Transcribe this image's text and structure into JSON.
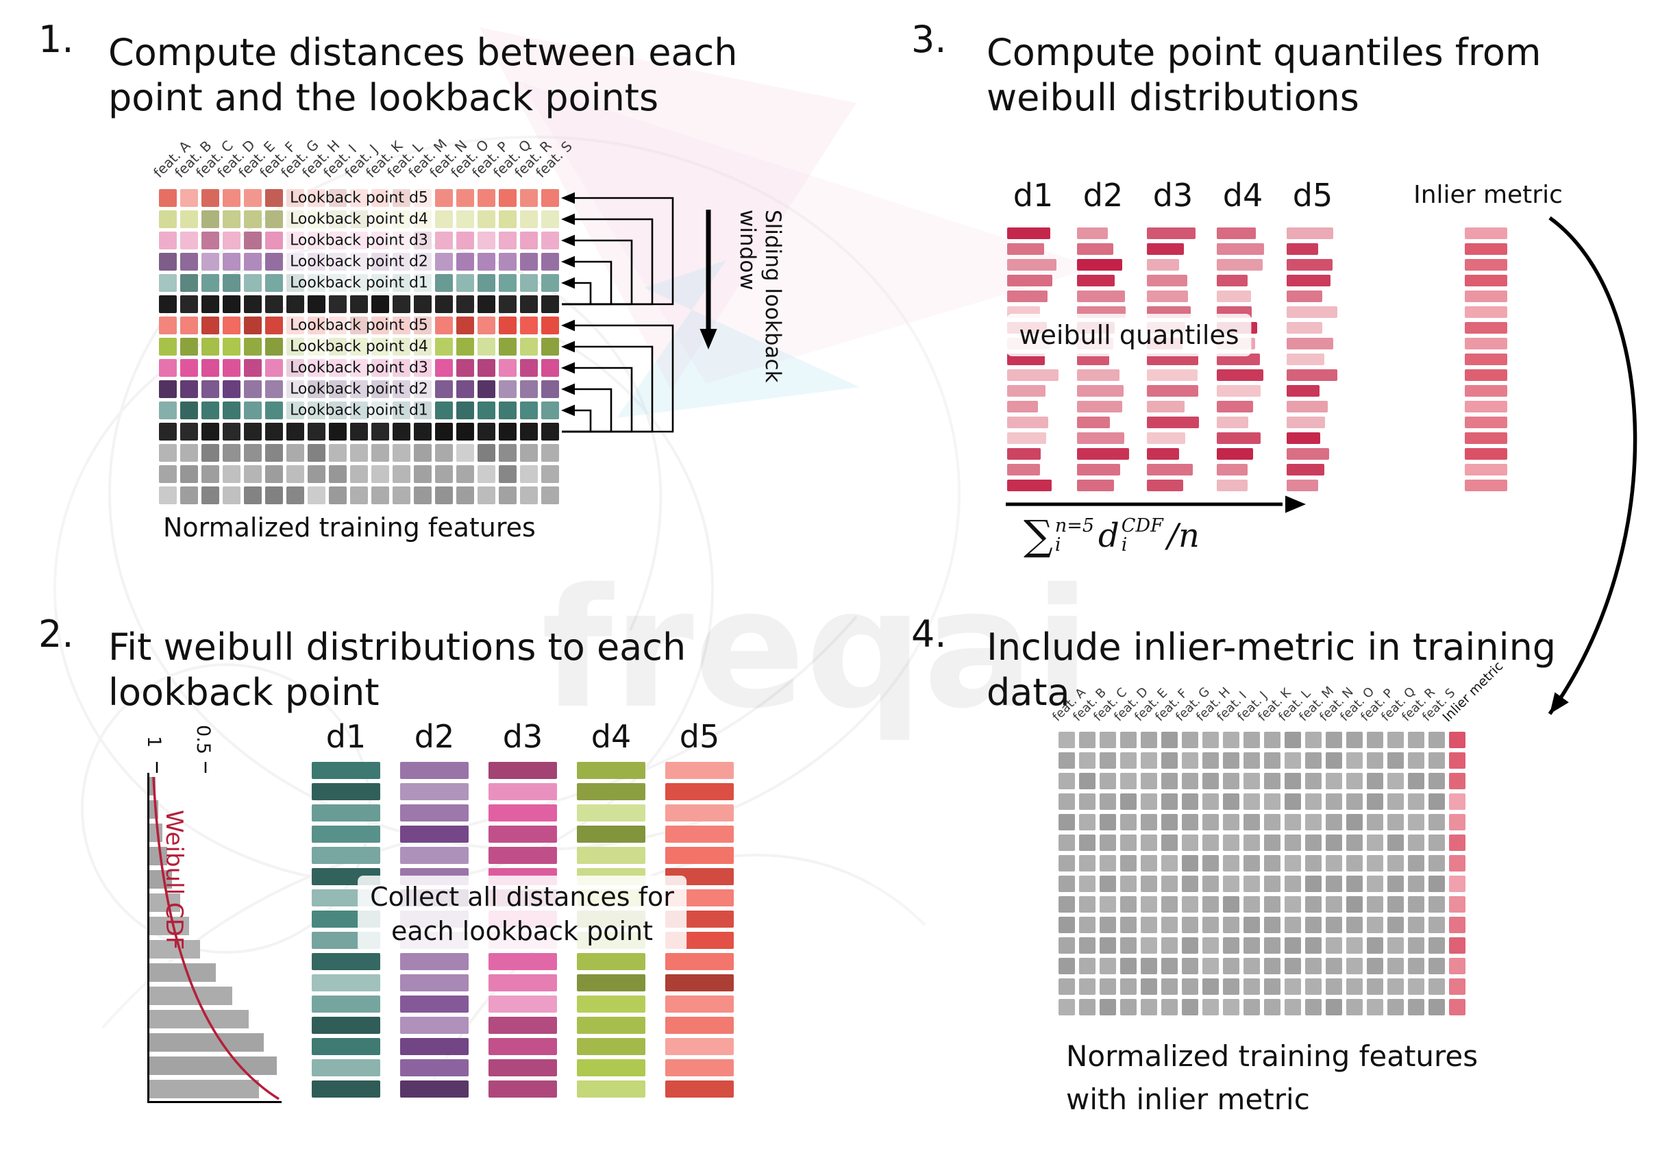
{
  "colors": {
    "text": "#111111",
    "grid_gray": "#a8a8a8",
    "black_row": "#161616",
    "quantile_light": "#f5cdd1",
    "quantile_dark": "#c21f45",
    "inlier_light": "#f2aab4",
    "inlier_dark": "#d84a60",
    "cdf_curve": "#b51f3a"
  },
  "panel1": {
    "number": "1.",
    "title_lines": [
      "Compute distances between each",
      "point and the lookback points"
    ],
    "features": [
      "feat. A",
      "feat. B",
      "feat. C",
      "feat. D",
      "feat. E",
      "feat. F",
      "feat. G",
      "feat. H",
      "feat. I",
      "feat. J",
      "feat. K",
      "feat. L",
      "feat. M",
      "feat. N",
      "feat. O",
      "feat. P",
      "feat. Q",
      "feat. R",
      "feat. S"
    ],
    "rows": [
      {
        "label": "Lookback point d5",
        "color": "#ee7366",
        "flat": false
      },
      {
        "label": "Lookback point d4",
        "color": "#d8df9b",
        "flat": false
      },
      {
        "label": "Lookback point d3",
        "color": "#e891b8",
        "flat": false
      },
      {
        "label": "Lookback point d2",
        "color": "#a77cb4",
        "flat": false
      },
      {
        "label": "Lookback point d1",
        "color": "#6fa39c",
        "flat": false
      },
      {
        "label": null,
        "color": "#161616",
        "flat": true
      },
      {
        "label": "Lookback point d5",
        "color": "#ee4f42",
        "flat": false
      },
      {
        "label": "Lookback point d4",
        "color": "#adc84b",
        "flat": false
      },
      {
        "label": "Lookback point d3",
        "color": "#e0549c",
        "flat": false
      },
      {
        "label": "Lookback point d2",
        "color": "#69417e",
        "flat": false
      },
      {
        "label": "Lookback point d1",
        "color": "#43837b",
        "flat": false
      },
      {
        "label": null,
        "color": "#161616",
        "flat": true
      },
      {
        "label": null,
        "color": "#a8a8a8",
        "flat": false
      },
      {
        "label": null,
        "color": "#a8a8a8",
        "flat": false
      },
      {
        "label": null,
        "color": "#a8a8a8",
        "flat": false
      }
    ],
    "caption": "Normalized training features",
    "sliding_label": "Sliding lookback window"
  },
  "panel2": {
    "number": "2.",
    "title_lines": [
      "Fit weibull distributions to each",
      "lookback point"
    ],
    "hist": {
      "cdf_label": "Weibull CDF",
      "tick_labels": [
        "1",
        "0.5"
      ],
      "bar_fractions": [
        0.05,
        0.07,
        0.1,
        0.14,
        0.18,
        0.24,
        0.31,
        0.4,
        0.52,
        0.65,
        0.78,
        0.9,
        1.0,
        0.86
      ]
    },
    "columns": [
      {
        "header": "d1",
        "color": "#43837b"
      },
      {
        "header": "d2",
        "color": "#7b4b8f"
      },
      {
        "header": "d3",
        "color": "#df5c9f"
      },
      {
        "header": "d4",
        "color": "#b3cc52"
      },
      {
        "header": "d5",
        "color": "#f0564a"
      }
    ],
    "bars_per_column": 16,
    "overlay_lines": [
      "Collect all distances for",
      "each lookback point"
    ]
  },
  "panel3": {
    "number": "3.",
    "title_lines": [
      "Compute point quantiles from",
      "weibull distributions"
    ],
    "headers": [
      "d1",
      "d2",
      "d3",
      "d4",
      "d5"
    ],
    "bars_per_column": 17,
    "overlay": "weibull quantiles",
    "inlier_label": "Inlier metric",
    "formula": {
      "sigma": "∑",
      "sigma_sup": "n=5",
      "sigma_sub": "i",
      "var": "d",
      "var_sup": "CDF",
      "var_sub": "i",
      "tail": "/n"
    }
  },
  "panel4": {
    "number": "4.",
    "title_lines": [
      "Include inlier-metric in training",
      "data"
    ],
    "features": [
      "feat. A",
      "feat. B",
      "feat. C",
      "feat. D",
      "feat. E",
      "feat. F",
      "feat. G",
      "feat. H",
      "feat. I",
      "feat. J",
      "feat. K",
      "feat. L",
      "feat. M",
      "feat. N",
      "feat. O",
      "feat. P",
      "feat. Q",
      "feat. R",
      "feat. S",
      "Inlier metric"
    ],
    "rows": 14,
    "caption_lines": [
      "Normalized training features",
      "with inlier metric"
    ]
  },
  "watermark": {
    "text": "freqai"
  }
}
